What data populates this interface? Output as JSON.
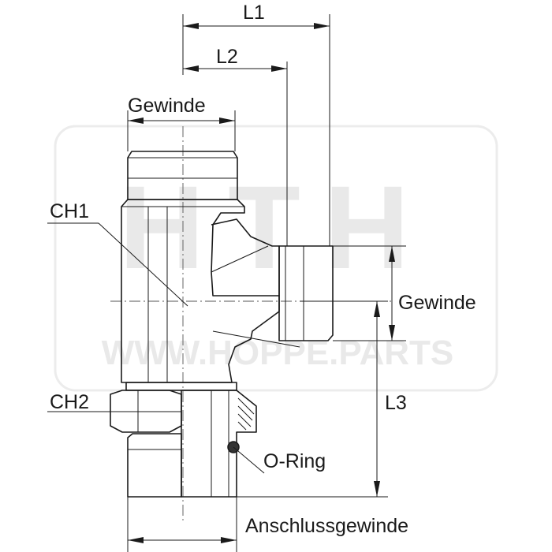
{
  "watermark": {
    "logo": "HTH",
    "site": "WWW.HOPPE.PARTS"
  },
  "labels": {
    "l1": "L1",
    "l2": "L2",
    "gewinde_top": "Gewinde",
    "ch1": "CH1",
    "gewinde_side": "Gewinde",
    "ch2": "CH2",
    "l3": "L3",
    "o_ring": "O-Ring",
    "anschlussgewinde": "Anschlussgewinde"
  },
  "colors": {
    "line": "#1a1a1a",
    "watermark": "#e9e9e9"
  }
}
